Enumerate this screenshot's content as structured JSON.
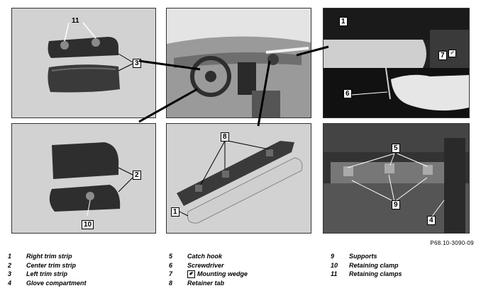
{
  "figure": {
    "labels": {
      "p1": [
        "11",
        "3"
      ],
      "p2": [],
      "p3": [
        "1",
        "7",
        "6"
      ],
      "p4": [
        "2",
        "10"
      ],
      "p5": [
        "8",
        "1"
      ],
      "p6": [
        "5",
        "9",
        "4"
      ]
    },
    "reference": "P68.10-3090-09"
  },
  "legend": [
    {
      "num": "1",
      "text": "Right trim strip"
    },
    {
      "num": "2",
      "text": "Center trim strip"
    },
    {
      "num": "3",
      "text": "Left trim strip"
    },
    {
      "num": "4",
      "text": "Glove compartment"
    },
    {
      "num": "5",
      "text": "Catch hook"
    },
    {
      "num": "6",
      "text": "Screwdriver"
    },
    {
      "num": "7",
      "text": "Mounting wedge",
      "icon": "wedge-tool-icon"
    },
    {
      "num": "8",
      "text": "Retainer tab"
    },
    {
      "num": "9",
      "text": "Supports"
    },
    {
      "num": "10",
      "text": "Retaining clamp"
    },
    {
      "num": "11",
      "text": "Retaining clamps"
    }
  ]
}
